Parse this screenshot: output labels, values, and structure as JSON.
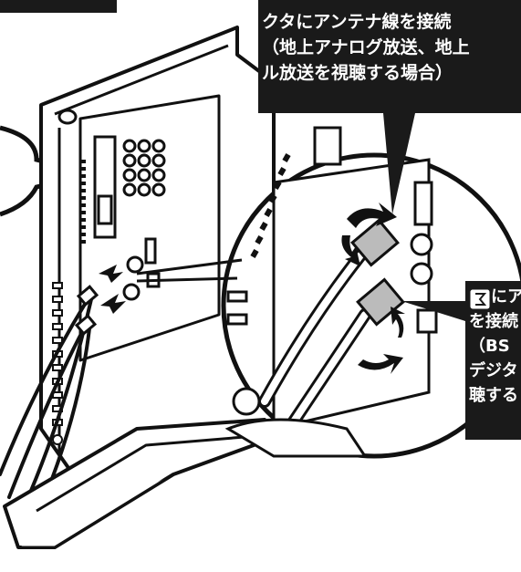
{
  "top_callout": {
    "lines": [
      "クタにアンテナ線を接続",
      "（地上アナログ放送、地上",
      "ル放送を視聴する場合）"
    ]
  },
  "right_callout": {
    "lines": [
      "にア",
      "を接続",
      "（BS",
      "デジタ",
      "聴する"
    ],
    "icon": "bs-antenna-terminal-icon"
  },
  "colors": {
    "callout_bg": "#1a1a1a",
    "callout_text": "#ffffff",
    "line_art": "#111111",
    "background": "#ffffff"
  }
}
